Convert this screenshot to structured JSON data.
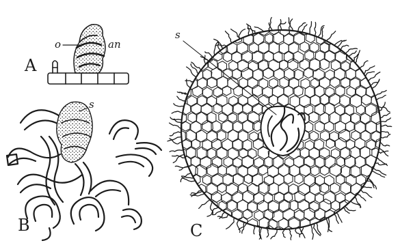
{
  "figure": {
    "panels": [
      {
        "id": "A",
        "label": "A",
        "parts": [
          {
            "label": "o"
          },
          {
            "label": "an"
          }
        ]
      },
      {
        "id": "B",
        "label": "B",
        "parts": [
          {
            "label": "s"
          }
        ]
      },
      {
        "id": "C",
        "label": "C",
        "parts": [
          {
            "label": "s"
          }
        ]
      }
    ]
  }
}
